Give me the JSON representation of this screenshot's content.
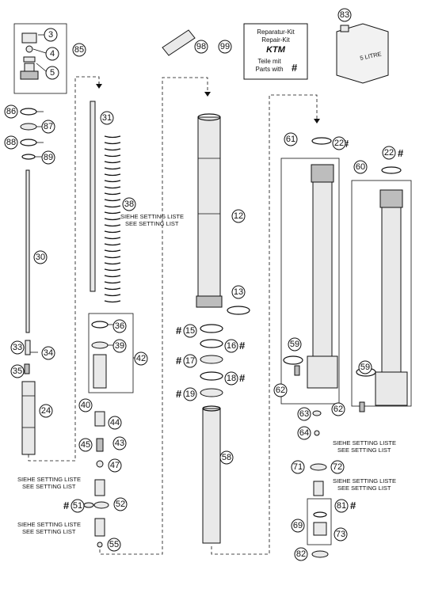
{
  "kit_box": {
    "line1": "Reparatur-Kit",
    "line2": "Repair-Kit",
    "logo": "KTM",
    "line3": "Teile mit",
    "line4": "Parts with",
    "symbol": "#"
  },
  "can_label": "5 LITRE",
  "setting_note": {
    "de": "SIEHE SETTING LISTE",
    "en": "SEE SETTING LIST"
  },
  "hash_symbol": "#",
  "callouts": [
    "3",
    "4",
    "5",
    "85",
    "86",
    "87",
    "88",
    "89",
    "30",
    "33",
    "34",
    "35",
    "24",
    "31",
    "38",
    "36",
    "39",
    "42",
    "40",
    "44",
    "45",
    "43",
    "47",
    "51",
    "52",
    "55",
    "98",
    "12",
    "13",
    "15",
    "16",
    "17",
    "18",
    "19",
    "58",
    "99",
    "61",
    "22",
    "59",
    "62",
    "60",
    "83",
    "63",
    "64",
    "71",
    "72",
    "81",
    "69",
    "73",
    "82"
  ]
}
